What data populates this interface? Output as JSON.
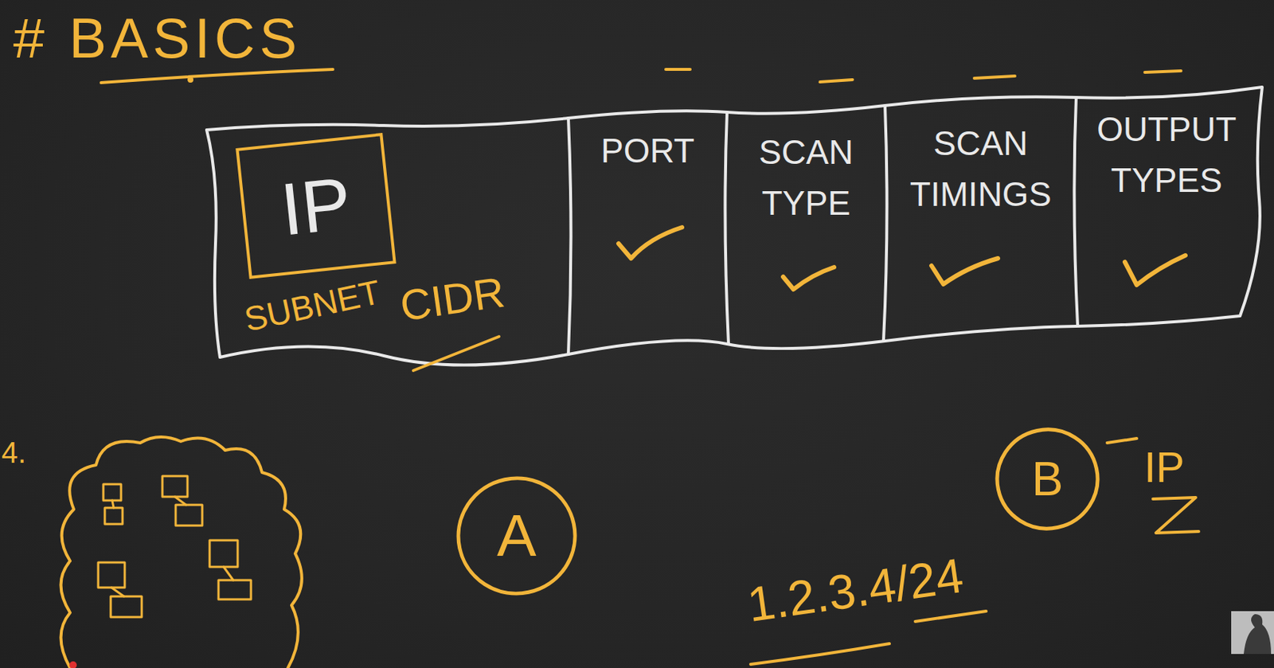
{
  "diagram": {
    "title": "# BASICS",
    "nodes": [
      {
        "text": [
          "SUBNET",
          "CIDR"
        ]
      },
      {
        "text": [
          "IP"
        ],
        "in": 0
      },
      {
        "text": [
          "PORT"
        ]
      },
      {
        "text": [
          "SCAN TYPE"
        ]
      },
      {
        "text": [
          "SCAN TIMINGS"
        ]
      },
      {
        "text": [
          "OUTPUT TYPES"
        ]
      },
      {
        "text": [
          "A"
        ]
      },
      {
        "text": [
          "B"
        ]
      }
    ],
    "labels": [
      "4.",
      "IP",
      "1.2.3.4/24"
    ]
  }
}
